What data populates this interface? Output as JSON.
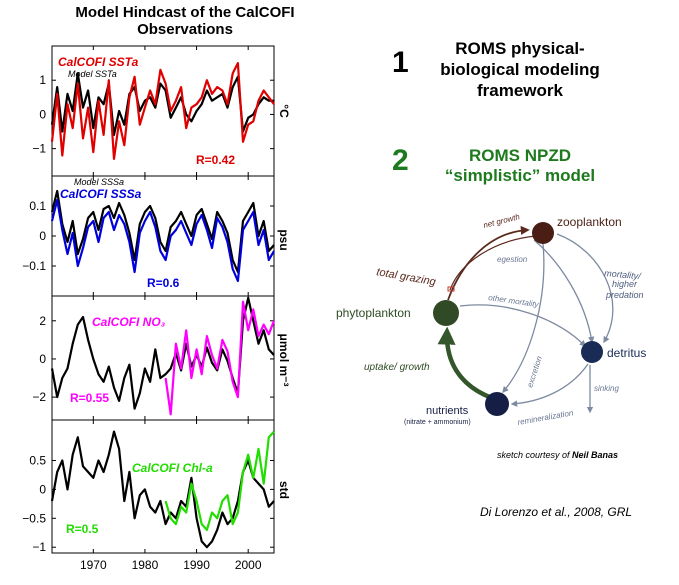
{
  "slide": {
    "chart_title": "Model Hindcast of the CalCOFI Observations",
    "num1": "1",
    "heading1": "ROMS physical-biological modeling framework",
    "num2": "2",
    "heading2": "ROMS NPZD “simplistic” model",
    "courtesy_prefix": "sketch courtesy of ",
    "courtesy_name": "Neil Banas",
    "citation": "Di Lorenzo et al., 2008, GRL",
    "colors": {
      "obs_sst": "#e00000",
      "obs_sss": "#0000dd",
      "obs_no3": "#ff00ff",
      "obs_chl": "#22dd00",
      "model": "#000000",
      "heading2": "#1e7a1e"
    }
  },
  "diagram": {
    "zooplankton": "zooplankton",
    "phytoplankton": "phytoplankton",
    "detritus": "detritus",
    "nutrients": "nutrients",
    "nutrients_sub": "(nitrate + ammonium)",
    "net_growth": "net growth",
    "total_grazing": "total grazing",
    "egestion": "egestion",
    "mortality_line1": "mortality/",
    "mortality_line2": "higher",
    "mortality_line3": "predation",
    "other_mortality": "other mortality",
    "excretion": "excretion",
    "remineralization": "remineralization",
    "sinking": "sinking",
    "uptake_growth": "uptake/ growth"
  },
  "chart_data": [
    {
      "type": "line",
      "panel": "sst",
      "ylabel": "°C",
      "ylim": [
        -1.8,
        2.0
      ],
      "yticks": [
        -1,
        0,
        1
      ],
      "xlim": [
        1962,
        2005
      ],
      "labels": {
        "obs": "CalCOFI SSTa",
        "model": "Model SSTa",
        "r": "R=0.42"
      },
      "series": [
        {
          "name": "CalCOFI SSTa",
          "color": "#e00000",
          "x": [
            1962,
            1963,
            1964,
            1965,
            1966,
            1967,
            1968,
            1969,
            1970,
            1971,
            1972,
            1973,
            1974,
            1975,
            1976,
            1977,
            1978,
            1979,
            1980,
            1981,
            1982,
            1983,
            1984,
            1985,
            1986,
            1987,
            1988,
            1989,
            1990,
            1991,
            1992,
            1993,
            1994,
            1995,
            1996,
            1997,
            1998,
            1999,
            2000,
            2001,
            2002,
            2003,
            2004,
            2005
          ],
          "y": [
            -0.8,
            0.6,
            -1.2,
            0.3,
            -0.4,
            0.9,
            -0.7,
            0.2,
            -1.1,
            0.4,
            -0.6,
            1.0,
            -1.3,
            -0.2,
            -0.9,
            0.5,
            1.1,
            -0.3,
            0.2,
            0.7,
            0.3,
            1.3,
            0.9,
            0.1,
            0.4,
            0.8,
            -0.4,
            0.2,
            0.3,
            0.5,
            1.0,
            0.6,
            0.8,
            0.7,
            0.3,
            1.2,
            1.5,
            -0.8,
            -0.3,
            -0.2,
            0.4,
            0.7,
            0.5,
            0.3
          ]
        },
        {
          "name": "Model SSTa",
          "color": "#000000",
          "x": [
            1962,
            1963,
            1964,
            1965,
            1966,
            1967,
            1968,
            1969,
            1970,
            1971,
            1972,
            1973,
            1974,
            1975,
            1976,
            1977,
            1978,
            1979,
            1980,
            1981,
            1982,
            1983,
            1984,
            1985,
            1986,
            1987,
            1988,
            1989,
            1990,
            1991,
            1992,
            1993,
            1994,
            1995,
            1996,
            1997,
            1998,
            1999,
            2000,
            2001,
            2002,
            2003,
            2004,
            2005
          ],
          "y": [
            -0.3,
            0.8,
            -0.5,
            0.6,
            0.1,
            1.2,
            0.2,
            0.7,
            -0.4,
            0.5,
            0.3,
            0.9,
            -0.6,
            0.1,
            -0.3,
            0.6,
            0.8,
            0.1,
            0.4,
            0.5,
            0.2,
            0.9,
            0.7,
            -0.1,
            0.2,
            0.5,
            0.0,
            -0.2,
            0.1,
            0.3,
            0.7,
            0.4,
            0.5,
            0.6,
            0.2,
            0.8,
            1.1,
            -0.5,
            -0.1,
            0.0,
            0.3,
            0.5,
            0.4,
            0.4
          ]
        }
      ]
    },
    {
      "type": "line",
      "panel": "sss",
      "ylabel": "psu",
      "ylim": [
        -0.2,
        0.2
      ],
      "yticks": [
        -0.1,
        0,
        0.1
      ],
      "xlim": [
        1962,
        2005
      ],
      "labels": {
        "obs": "CalCOFI SSSa",
        "model": "Model SSSa",
        "r": "R=0.6"
      },
      "series": [
        {
          "name": "CalCOFI SSSa",
          "color": "#0000dd",
          "x": [
            1962,
            1963,
            1964,
            1965,
            1966,
            1967,
            1968,
            1969,
            1970,
            1971,
            1972,
            1973,
            1974,
            1975,
            1976,
            1977,
            1978,
            1979,
            1980,
            1981,
            1982,
            1983,
            1984,
            1985,
            1986,
            1987,
            1988,
            1989,
            1990,
            1991,
            1992,
            1993,
            1994,
            1995,
            1996,
            1997,
            1998,
            1999,
            2000,
            2001,
            2002,
            2003,
            2004,
            2005
          ],
          "y": [
            0.05,
            0.12,
            0.02,
            -0.06,
            0.01,
            -0.1,
            -0.04,
            0.03,
            0.05,
            -0.02,
            0.06,
            0.08,
            0.02,
            0.07,
            0.04,
            -0.02,
            -0.12,
            0.01,
            0.05,
            0.08,
            0.03,
            -0.05,
            -0.08,
            0.0,
            0.02,
            0.05,
            0.01,
            -0.03,
            0.04,
            0.07,
            0.02,
            -0.04,
            0.06,
            0.03,
            -0.02,
            -0.11,
            -0.15,
            0.02,
            0.05,
            0.08,
            -0.03,
            0.02,
            -0.08,
            -0.05
          ]
        },
        {
          "name": "Model SSSa",
          "color": "#000000",
          "x": [
            1962,
            1963,
            1964,
            1965,
            1966,
            1967,
            1968,
            1969,
            1970,
            1971,
            1972,
            1973,
            1974,
            1975,
            1976,
            1977,
            1978,
            1979,
            1980,
            1981,
            1982,
            1983,
            1984,
            1985,
            1986,
            1987,
            1988,
            1989,
            1990,
            1991,
            1992,
            1993,
            1994,
            1995,
            1996,
            1997,
            1998,
            1999,
            2000,
            2001,
            2002,
            2003,
            2004,
            2005
          ],
          "y": [
            0.08,
            0.15,
            0.04,
            -0.02,
            0.05,
            -0.06,
            -0.01,
            0.06,
            0.08,
            0.02,
            0.09,
            0.1,
            0.06,
            0.11,
            0.07,
            0.01,
            -0.08,
            0.04,
            0.08,
            0.1,
            0.06,
            -0.02,
            -0.05,
            0.03,
            0.05,
            0.08,
            0.04,
            0.0,
            0.07,
            0.09,
            0.04,
            -0.01,
            0.08,
            0.05,
            0.01,
            -0.08,
            -0.12,
            0.05,
            0.08,
            0.11,
            0.0,
            0.05,
            -0.05,
            -0.03
          ]
        }
      ]
    },
    {
      "type": "line",
      "panel": "no3",
      "ylabel": "μmol m⁻³",
      "ylim": [
        -3.2,
        3.3
      ],
      "yticks": [
        -2,
        0,
        2
      ],
      "xlim": [
        1962,
        2005
      ],
      "labels": {
        "obs": "CalCOFI NO₃",
        "model": "",
        "r": "R=0.55"
      },
      "series": [
        {
          "name": "CalCOFI NO₃",
          "color": "#ff00ff",
          "x": [
            1984,
            1985,
            1986,
            1987,
            1988,
            1989,
            1990,
            1991,
            1992,
            1993,
            1994,
            1995,
            1996,
            1997,
            1998,
            1999,
            2000,
            2001,
            2002,
            2003,
            2004,
            2005
          ],
          "y": [
            -1.0,
            -2.9,
            0.8,
            -0.5,
            1.5,
            -1.0,
            0.5,
            -0.8,
            1.2,
            0.2,
            -0.5,
            1.0,
            0.4,
            -1.2,
            -2.0,
            3.0,
            1.5,
            2.6,
            1.2,
            1.8,
            1.3,
            2.0
          ]
        },
        {
          "name": "Model",
          "color": "#000000",
          "x": [
            1962,
            1963,
            1964,
            1965,
            1966,
            1967,
            1968,
            1969,
            1970,
            1971,
            1972,
            1973,
            1974,
            1975,
            1976,
            1977,
            1978,
            1979,
            1980,
            1981,
            1982,
            1983,
            1984,
            1985,
            1986,
            1987,
            1988,
            1989,
            1990,
            1991,
            1992,
            1993,
            1994,
            1995,
            1996,
            1997,
            1998,
            1999,
            2000,
            2001,
            2002,
            2003,
            2004,
            2005
          ],
          "y": [
            -0.5,
            -2.0,
            -1.0,
            -0.5,
            0.8,
            1.8,
            2.2,
            1.0,
            0.0,
            -0.8,
            -1.2,
            -0.4,
            -1.5,
            -2.2,
            -1.0,
            -0.3,
            -2.6,
            -1.8,
            -0.5,
            -1.2,
            0.5,
            -1.0,
            -0.8,
            -0.5,
            0.3,
            -0.6,
            0.8,
            -0.4,
            0.2,
            -0.4,
            0.6,
            -0.2,
            -0.6,
            0.5,
            -0.1,
            -1.0,
            -1.8,
            2.0,
            3.2,
            2.0,
            0.8,
            1.5,
            0.5,
            0.2
          ]
        }
      ]
    },
    {
      "type": "line",
      "panel": "chl",
      "ylabel": "std",
      "ylim": [
        -1.1,
        1.2
      ],
      "yticks": [
        -1,
        -0.5,
        0,
        0.5
      ],
      "xlim": [
        1962,
        2005
      ],
      "xticks": [
        1970,
        1980,
        1990,
        2000
      ],
      "labels": {
        "obs": "CalCOFI Chl-a",
        "model": "",
        "r": "R=0.5"
      },
      "series": [
        {
          "name": "CalCOFI Chl-a",
          "color": "#22dd00",
          "x": [
            1984,
            1985,
            1986,
            1987,
            1988,
            1989,
            1990,
            1991,
            1992,
            1993,
            1994,
            1995,
            1996,
            1997,
            1998,
            1999,
            2000,
            2001,
            2002,
            2003,
            2004,
            2005
          ],
          "y": [
            -0.2,
            -0.5,
            -0.6,
            -0.3,
            -0.4,
            0.1,
            -0.2,
            -0.6,
            -0.7,
            -0.4,
            -0.5,
            -0.2,
            -0.1,
            -0.6,
            -0.4,
            0.3,
            0.6,
            0.2,
            0.7,
            0.1,
            0.9,
            1.0
          ]
        },
        {
          "name": "Model",
          "color": "#000000",
          "x": [
            1962,
            1963,
            1964,
            1965,
            1966,
            1967,
            1968,
            1969,
            1970,
            1971,
            1972,
            1973,
            1974,
            1975,
            1976,
            1977,
            1978,
            1979,
            1980,
            1981,
            1982,
            1983,
            1984,
            1985,
            1986,
            1987,
            1988,
            1989,
            1990,
            1991,
            1992,
            1993,
            1994,
            1995,
            1996,
            1997,
            1998,
            1999,
            2000,
            2001,
            2002,
            2003,
            2004,
            2005
          ],
          "y": [
            -0.2,
            0.3,
            0.5,
            0.0,
            0.6,
            0.9,
            0.4,
            0.3,
            0.2,
            0.5,
            0.3,
            0.6,
            1.0,
            0.7,
            -0.2,
            0.3,
            -0.5,
            -0.1,
            0.0,
            -0.3,
            -0.4,
            -0.2,
            -0.6,
            -0.4,
            -0.5,
            -0.2,
            -0.3,
            0.2,
            -0.5,
            -0.9,
            -1.0,
            -0.9,
            -0.7,
            -0.4,
            -0.6,
            -0.5,
            -0.2,
            0.3,
            0.5,
            0.2,
            0.1,
            0.0,
            -0.3,
            -0.2
          ]
        }
      ]
    }
  ]
}
